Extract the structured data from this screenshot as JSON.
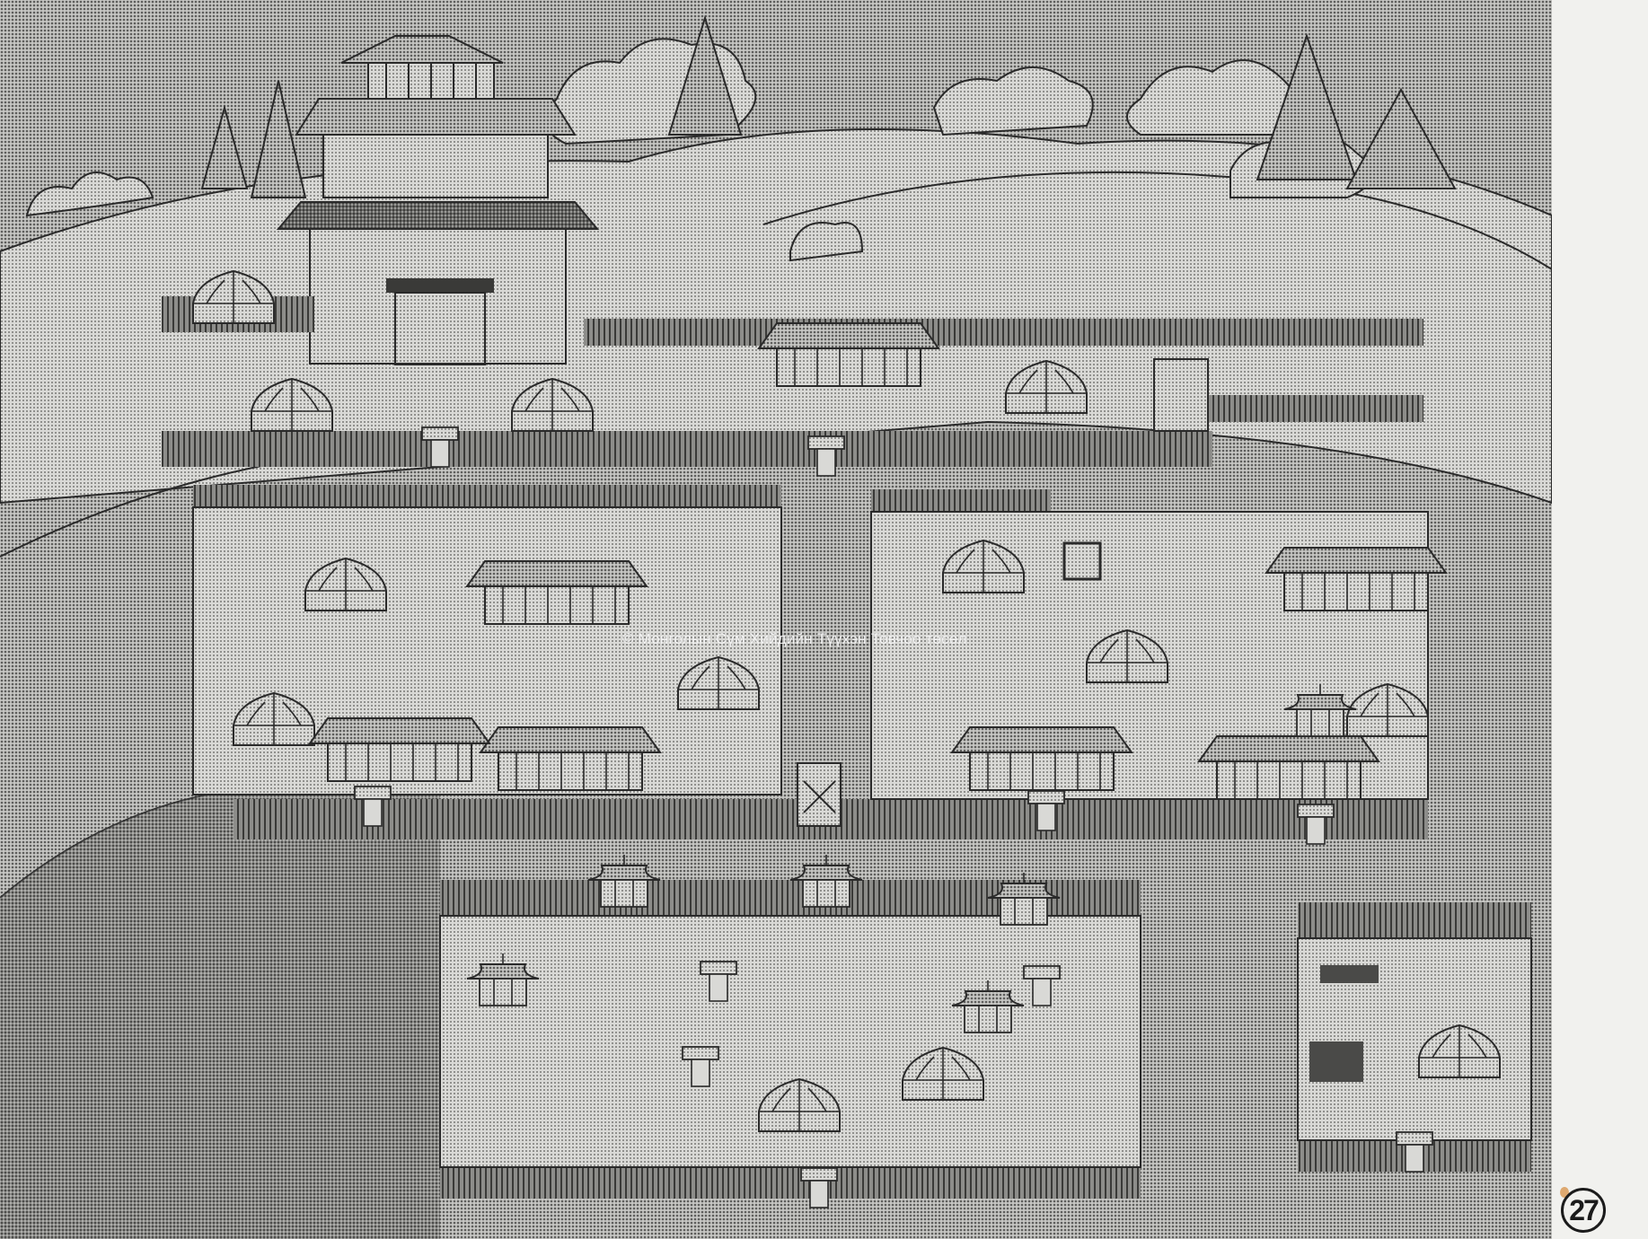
{
  "illustration": {
    "subject": "Mongolian monastery complex drawing",
    "palette": {
      "paper": "#f1f1ee",
      "halftone_light": "#c9c9c6",
      "halftone_mid": "#a9a9a6",
      "halftone_dark": "#6c6c6a",
      "ink": "#2a2a2a"
    }
  },
  "watermark": {
    "text": "© Монголын Сүм Хийдийн Түүхэн Товчоо төсөл"
  },
  "page": {
    "figure_number": "27"
  }
}
